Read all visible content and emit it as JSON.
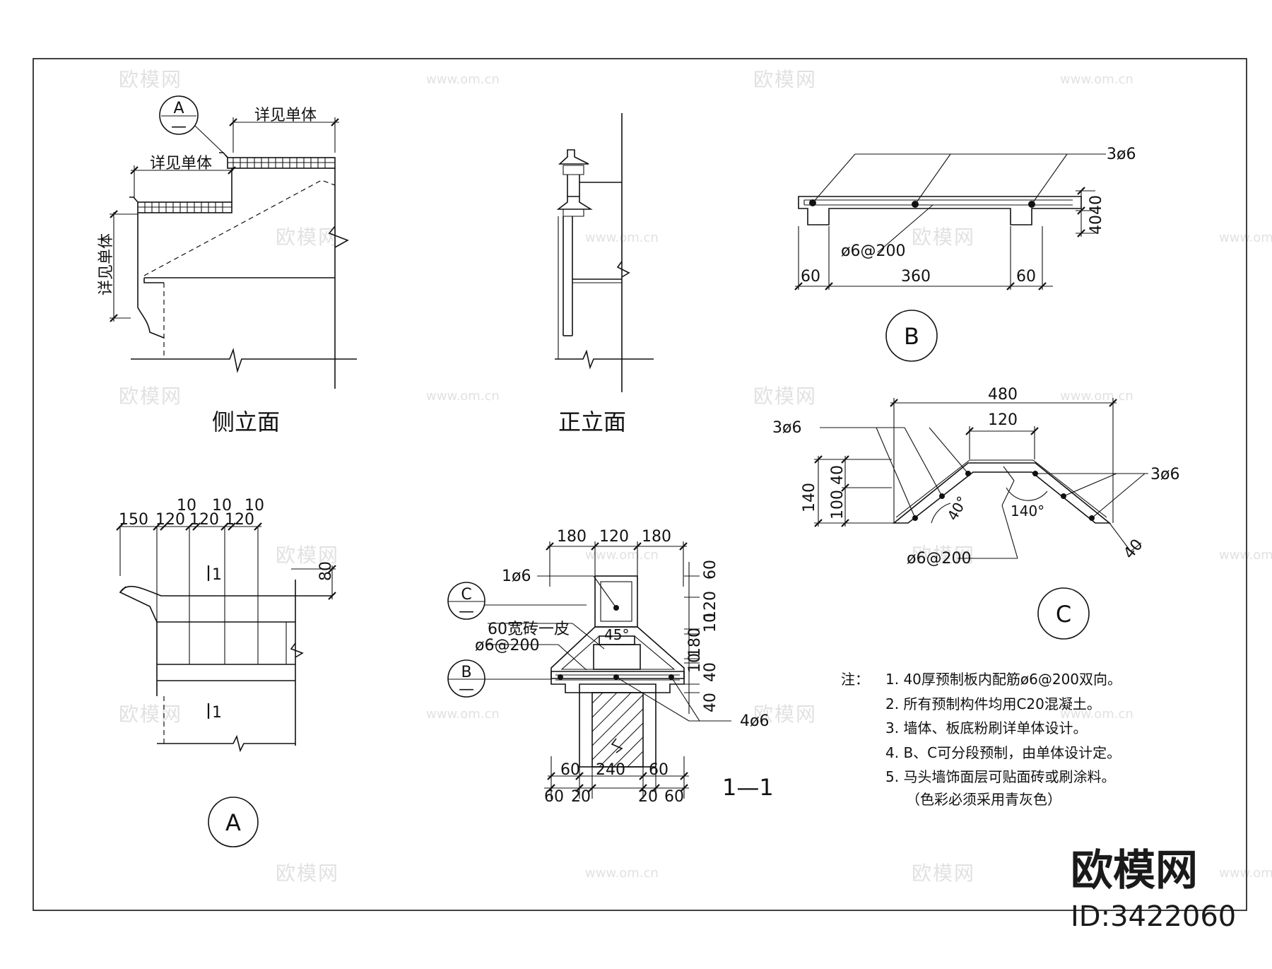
{
  "watermark": {
    "cn": "欧模网",
    "url": "www.om.cn"
  },
  "brand": {
    "name": "欧模网",
    "id": "ID:3422060"
  },
  "side_elevation": {
    "title": "侧立面",
    "see_detail_1": "详见单体",
    "see_detail_2": "详见单体",
    "see_detail_3": "详见单体",
    "marker_letter": "A",
    "marker_sub": "—"
  },
  "front_elevation": {
    "title": "正立面"
  },
  "detail_b": {
    "label": "B",
    "bars_top": "3ø6",
    "bars_dist": "ø6@200",
    "dim_left": "60",
    "dim_mid": "360",
    "dim_right": "60",
    "dim_h": "4040"
  },
  "detail_c": {
    "label": "C",
    "dim_total": "480",
    "dim_top": "120",
    "bars_left": "3ø6",
    "bars_right": "3ø6",
    "bars_dist": "ø6@200",
    "dim_h1": "140",
    "dim_h2": "100",
    "dim_h3": "40",
    "angle1": "40°",
    "angle2": "140°",
    "dim_t": "40"
  },
  "detail_a": {
    "label": "A",
    "dims_top": [
      "10",
      "10",
      "10"
    ],
    "dims": [
      "150",
      "120",
      "120",
      "120"
    ],
    "dim_h": "80",
    "cut_1": "1",
    "cut_2": "1"
  },
  "section_11": {
    "title": "1—1",
    "dims_top": [
      "180",
      "120",
      "180"
    ],
    "bar_top": "1ø6",
    "brick": "60宽砖一皮",
    "bars_dist": "ø6@200",
    "bars_bottom": "4ø6",
    "marker_c": "C",
    "marker_b": "B",
    "marker_sub": "—",
    "dims_right": [
      "60",
      "120",
      "10",
      "180",
      "10",
      "40",
      "40"
    ],
    "angle": "45°",
    "dims_bot1": [
      "60",
      "240",
      "60"
    ],
    "dims_bot2": [
      "60",
      "20",
      "20",
      "60"
    ]
  },
  "notes": {
    "head": "注：",
    "items": [
      "1.  40厚预制板内配筋ø6@200双向。",
      "2.  所有预制构件均用C20混凝土。",
      "3.  墙体、板底粉刷详单体设计。",
      "4.  B、C可分段预制，由单体设计定。",
      "5.  马头墙饰面层可贴面砖或刷涂料。",
      "（色彩必须采用青灰色）"
    ]
  }
}
